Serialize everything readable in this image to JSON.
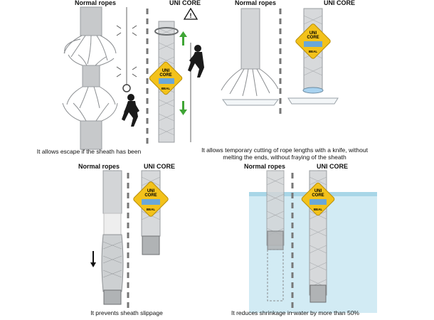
{
  "panels": [
    {
      "id": "escape",
      "normal_label": "Normal ropes",
      "core_label": "UNI CORE",
      "caption_lines": [
        "It allows escape if the sheath has been"
      ]
    },
    {
      "id": "cutting",
      "normal_label": "Normal ropes",
      "core_label": "UNI CORE",
      "caption_lines": [
        "It allows temporary cutting of rope lengths with a knife, without",
        "melting the ends, without fraying of the sheath"
      ]
    },
    {
      "id": "slippage",
      "normal_label": "Normal ropes",
      "core_label": "UNI CORE",
      "caption_lines": [
        "It prevents sheath slippage"
      ]
    },
    {
      "id": "shrinkage",
      "normal_label": "Normal ropes",
      "core_label": "UNI CORE",
      "caption_lines": [
        "It reduces shrinkage in water by more than 50%"
      ]
    }
  ],
  "badge": {
    "line1": "UNI",
    "line2": "CORE",
    "brand": "BEAL"
  },
  "colors": {
    "badge_yellow": "#f3c21b",
    "arrow_green": "#3fa535",
    "water_blue": "#bfe3ef",
    "rope_gray": "#b9bcbf"
  }
}
